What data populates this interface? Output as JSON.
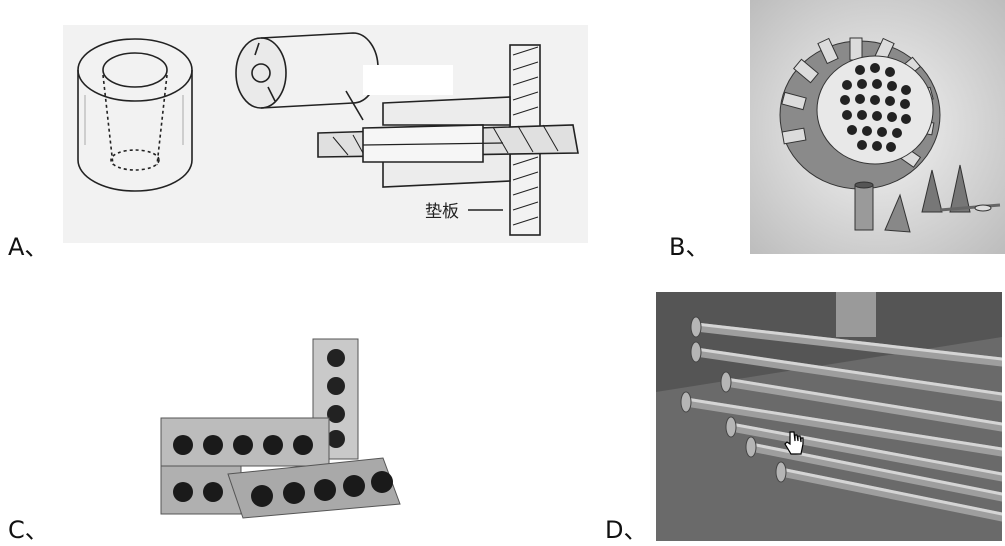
{
  "options": [
    {
      "letter": "A、",
      "caption": "垫板"
    },
    {
      "letter": "B、"
    },
    {
      "letter": "C、"
    },
    {
      "letter": "D、"
    }
  ],
  "colors": {
    "line": "#222222",
    "paper": "#f2f2f2",
    "photo_bg_b": "#d4d4d4",
    "photo_bg_d": "#6a6a6a"
  },
  "icons": [
    "hand-cursor-icon"
  ]
}
